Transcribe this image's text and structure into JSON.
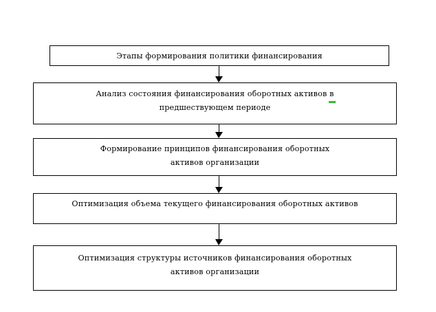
{
  "diagram": {
    "type": "vertical-flowchart",
    "background_color": "#ffffff",
    "line_color": "#000000",
    "text_color": "#000000",
    "spellcheck_underline_color": "#00a000",
    "nodes": [
      {
        "id": "stage-header",
        "lines": [
          "Этапы формирования политики финансирования"
        ]
      },
      {
        "id": "stage-1-analysis",
        "lines": [
          "Анализ состояния финансирования оборотных активов в",
          "предшествующем периоде"
        ],
        "line1_main": "Анализ состояния финансирования оборотных активов ",
        "line1_flagged_word": "в"
      },
      {
        "id": "stage-2-principles",
        "lines": [
          "Формирование принципов финансирования оборотных",
          "активов организации"
        ]
      },
      {
        "id": "stage-3-volume",
        "lines": [
          "Оптимизация объема текущего финансирования оборотных активов"
        ]
      },
      {
        "id": "stage-4-structure",
        "lines": [
          "Оптимизация структуры источников финансирования оборотных",
          "активов организации"
        ]
      }
    ],
    "connectors": [
      {
        "id": "arrow-header-to-1",
        "from": "stage-header",
        "to": "stage-1-analysis",
        "direction": "down"
      },
      {
        "id": "arrow-1-to-2",
        "from": "stage-1-analysis",
        "to": "stage-2-principles",
        "direction": "down"
      },
      {
        "id": "arrow-2-to-3",
        "from": "stage-2-principles",
        "to": "stage-3-volume",
        "direction": "down"
      },
      {
        "id": "arrow-3-to-4",
        "from": "stage-3-volume",
        "to": "stage-4-structure",
        "direction": "down"
      }
    ]
  }
}
